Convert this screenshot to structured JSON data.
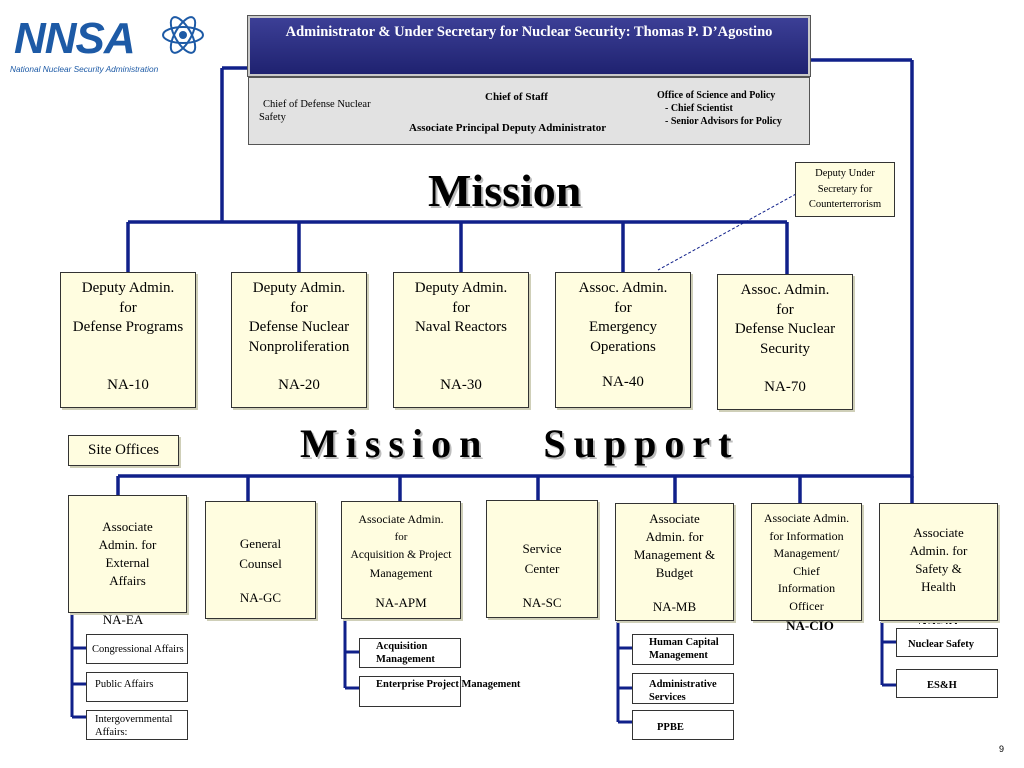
{
  "logo": {
    "letters": "NNSA",
    "subtitle": "National Nuclear Security Administration"
  },
  "administrator": "Administrator & Under Secretary for Nuclear Security: Thomas P. D’Agostino",
  "front_office": {
    "chief_defense_nuclear_safety": [
      "Chief of Defense Nuclear",
      "Safety"
    ],
    "chief_of_staff": "Chief of Staff",
    "assoc_principal_deputy": "Associate Principal Deputy Administrator",
    "science_policy": [
      "Office of  Science and Policy",
      "-  Chief  Scientist",
      "-  Senior Advisors  for Policy"
    ]
  },
  "deputy_counterterrorism": [
    "Deputy Under",
    "Secretary for",
    "Counterterrorism"
  ],
  "mission_heading": "Mission",
  "mission_support_heading": "Mission   Support",
  "mission_offices": [
    {
      "lines": [
        "Deputy Admin.",
        "for",
        "Defense Programs"
      ],
      "code": "NA-10"
    },
    {
      "lines": [
        "Deputy Admin.",
        "for",
        "Defense Nuclear",
        "Nonproliferation"
      ],
      "code": "NA-20"
    },
    {
      "lines": [
        "Deputy Admin.",
        "for",
        "Naval Reactors"
      ],
      "code": "NA-30"
    },
    {
      "lines": [
        "Assoc. Admin.",
        "for",
        "Emergency",
        "Operations"
      ],
      "code": "NA-40"
    },
    {
      "lines": [
        "Assoc. Admin.",
        "for",
        "Defense Nuclear",
        "Security"
      ],
      "code": "NA-70"
    }
  ],
  "site_offices": "Site Offices",
  "support_offices": [
    {
      "lines": [
        "Associate",
        "Admin. for",
        "External",
        "Affairs"
      ],
      "code": "NA-EA"
    },
    {
      "lines": [
        "General",
        "Counsel"
      ],
      "code": "NA-GC"
    },
    {
      "lines": [
        "Associate Admin.",
        "for",
        "Acquisition & Project",
        "Management"
      ],
      "code": "NA-APM"
    },
    {
      "lines": [
        "Service",
        "Center"
      ],
      "code": "NA-SC"
    },
    {
      "lines": [
        "Associate",
        "Admin. for",
        "Management &",
        "Budget"
      ],
      "code": "NA-MB"
    },
    {
      "lines": [
        "Associate Admin.",
        "for Information",
        "Management/",
        "Chief",
        "Information",
        "Officer"
      ],
      "code": "NA-CIO"
    },
    {
      "lines": [
        "Associate",
        "Admin. for",
        "Safety &",
        "Health"
      ],
      "code": "NA-SH"
    }
  ],
  "sub_offices": {
    "external_affairs": [
      "Congressional Affairs",
      "Public Affairs",
      "Intergovernmental Affairs:"
    ],
    "apm": [
      "Acquisition Management",
      "Enterprise Project Management"
    ],
    "mb": [
      "Human Capital Management",
      "Administrative Services",
      "PPBE"
    ],
    "sh": [
      "Nuclear Safety",
      "ES&H"
    ]
  },
  "page_number": "9",
  "colors": {
    "line": "#10208a",
    "box_fill": "#fffde0",
    "header_blue": "#2b2e80",
    "logo_blue": "#1d5aa6"
  }
}
